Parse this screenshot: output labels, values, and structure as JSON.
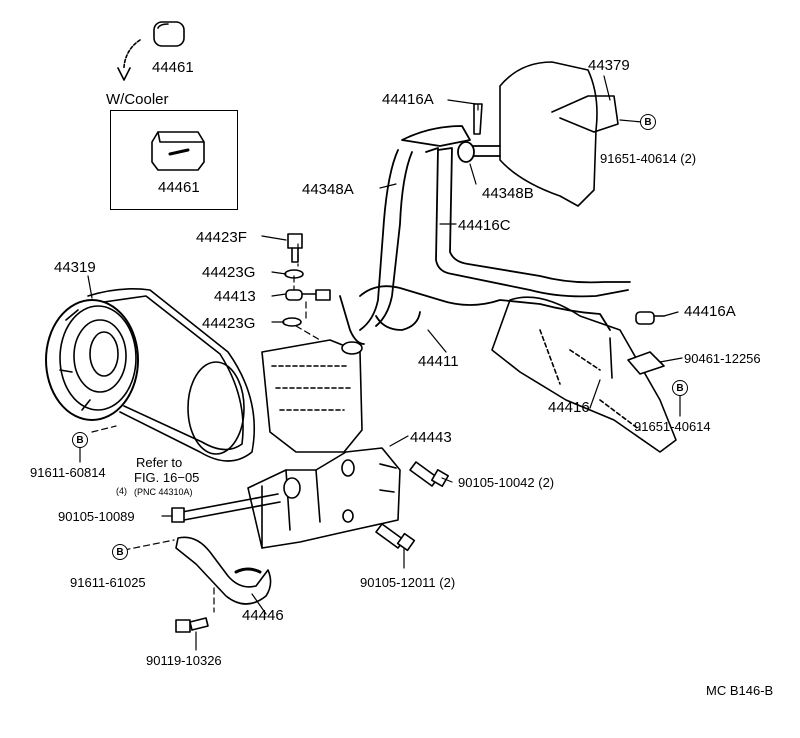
{
  "diagram": {
    "code": "MC B146-B",
    "cooler_box": {
      "title": "W/Cooler",
      "part": "44461"
    },
    "reference": {
      "line1": "Refer to",
      "line2": "FIG. 16−05",
      "line3": "(4)",
      "line4": "(PNC 44310A)"
    },
    "badge_letter": "B",
    "parts": {
      "p44461": "44461",
      "p44379": "44379",
      "p44416A_top": "44416A",
      "p91651_40614_2": "91651-40614 (2)",
      "p44348A": "44348A",
      "p44348B": "44348B",
      "p44416C": "44416C",
      "p44423F": "44423F",
      "p44423G_1": "44423G",
      "p44413": "44413",
      "p44423G_2": "44423G",
      "p44319": "44319",
      "p44411": "44411",
      "p44416A_right": "44416A",
      "p90461_12256": "90461-12256",
      "p44416": "44416",
      "p91651_40614": "91651-40614",
      "p44443": "44443",
      "p91611_60814": "91611-60814",
      "p90105_10042": "90105-10042 (2)",
      "p90105_10089": "90105-10089",
      "p91611_61025": "91611-61025",
      "p90105_12011": "90105-12011 (2)",
      "p44446": "44446",
      "p90119_10326": "90119-10326"
    }
  }
}
